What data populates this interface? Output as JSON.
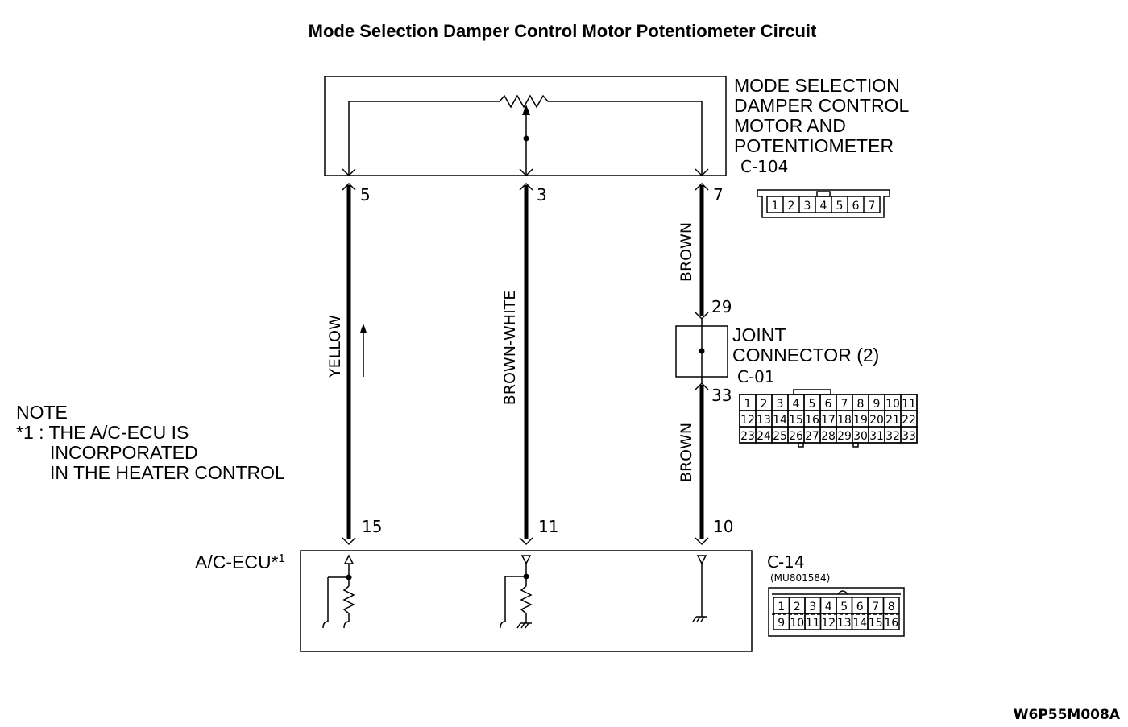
{
  "title": "Mode Selection Damper Control Motor Potentiometer Circuit",
  "figure_code": "W6P55M008A",
  "motor": {
    "label_lines": [
      "MODE SELECTION",
      "DAMPER CONTROL",
      "MOTOR AND",
      "POTENTIOMETER"
    ],
    "connector": "C-104",
    "connector_pins": [
      "1",
      "2",
      "3",
      "4",
      "5",
      "6",
      "7"
    ]
  },
  "joint": {
    "label_lines": [
      "JOINT",
      "CONNECTOR (2)"
    ],
    "connector": "C-01",
    "rows": [
      [
        "1",
        "2",
        "3",
        "4",
        "5",
        "6",
        "7",
        "8",
        "9",
        "10",
        "11"
      ],
      [
        "12",
        "13",
        "14",
        "15",
        "16",
        "17",
        "18",
        "19",
        "20",
        "21",
        "22"
      ],
      [
        "23",
        "24",
        "25",
        "26",
        "27",
        "28",
        "29",
        "30",
        "31",
        "32",
        "33"
      ]
    ],
    "pin_in": "29",
    "pin_out": "33"
  },
  "ecu": {
    "label": "A/C-ECU*",
    "label_sup": "1",
    "connector": "C-14",
    "part_no": "(MU801584)",
    "rows": [
      [
        "1",
        "2",
        "3",
        "4",
        "5",
        "6",
        "7",
        "8"
      ],
      [
        "9",
        "10",
        "11",
        "12",
        "13",
        "14",
        "15",
        "16"
      ]
    ]
  },
  "wires": [
    {
      "color_label": "YELLOW",
      "top_pin": "5",
      "bottom_pin": "15"
    },
    {
      "color_label": "BROWN-WHITE",
      "top_pin": "3",
      "bottom_pin": "11"
    },
    {
      "color_label_upper": "BROWN",
      "color_label_lower": "BROWN",
      "top_pin": "7",
      "bottom_pin": "10"
    }
  ],
  "note": {
    "heading": "NOTE",
    "lines": [
      "*1 : THE A/C-ECU IS",
      "INCORPORATED",
      "IN THE HEATER CONTROL"
    ]
  }
}
